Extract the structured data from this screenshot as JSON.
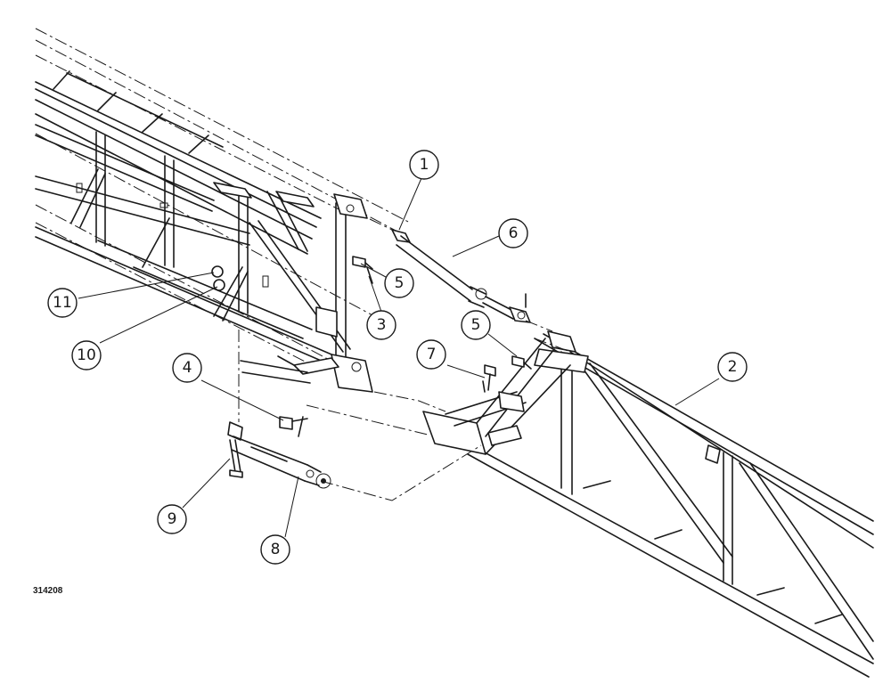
{
  "figure_id": "314208",
  "callouts": [
    {
      "label": "1"
    },
    {
      "label": "2"
    },
    {
      "label": "3"
    },
    {
      "label": "4"
    },
    {
      "label": "5"
    },
    {
      "label": "5"
    },
    {
      "label": "6"
    },
    {
      "label": "7"
    },
    {
      "label": "8"
    },
    {
      "label": "9"
    },
    {
      "label": "10"
    },
    {
      "label": "11"
    }
  ]
}
